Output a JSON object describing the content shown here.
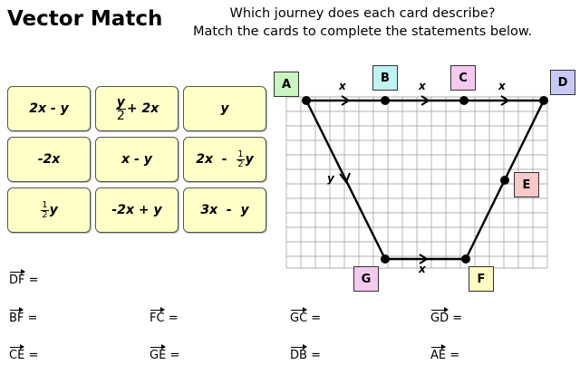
{
  "title": "Vector Match",
  "instructions": {
    "line1": "Which journey does each card describe?",
    "line2": "Match the cards to complete the statements below."
  },
  "cards": [
    {
      "pre": "2x  -  y"
    },
    {
      "frac_num": "y",
      "frac_den": "2",
      "post": " + 2x"
    },
    {
      "pre": "y"
    },
    {
      "pre": "-2x"
    },
    {
      "pre": "x  -  y"
    },
    {
      "pre": "2x  -  ",
      "frac_num": "1",
      "frac_den": "2",
      "post": "y"
    },
    {
      "frac_num": "1",
      "frac_den": "2",
      "post": "y"
    },
    {
      "pre": "-2x + y"
    },
    {
      "pre": "3x  -  y"
    }
  ],
  "points": {
    "A": {
      "label": "A",
      "color": "#c9f5c0"
    },
    "B": {
      "label": "B",
      "color": "#c0f2f2"
    },
    "C": {
      "label": "C",
      "color": "#f5c9f0"
    },
    "D": {
      "label": "D",
      "color": "#c9c9f5"
    },
    "E": {
      "label": "E",
      "color": "#f7c9c9"
    },
    "F": {
      "label": "F",
      "color": "#fffbc0"
    },
    "G": {
      "label": "G",
      "color": "#f5c9f0"
    }
  },
  "vector_labels": {
    "x": "x",
    "y": "y"
  },
  "statements": [
    {
      "vector": "DF",
      "suffix": "="
    },
    {
      "vector": "BF",
      "suffix": "="
    },
    {
      "vector": "FC",
      "suffix": "="
    },
    {
      "vector": "GC",
      "suffix": "="
    },
    {
      "vector": "GD",
      "suffix": "="
    },
    {
      "vector": "CE",
      "suffix": "="
    },
    {
      "vector": "GE",
      "suffix": "="
    },
    {
      "vector": "DB",
      "suffix": "="
    },
    {
      "vector": "AE",
      "suffix": "="
    }
  ]
}
